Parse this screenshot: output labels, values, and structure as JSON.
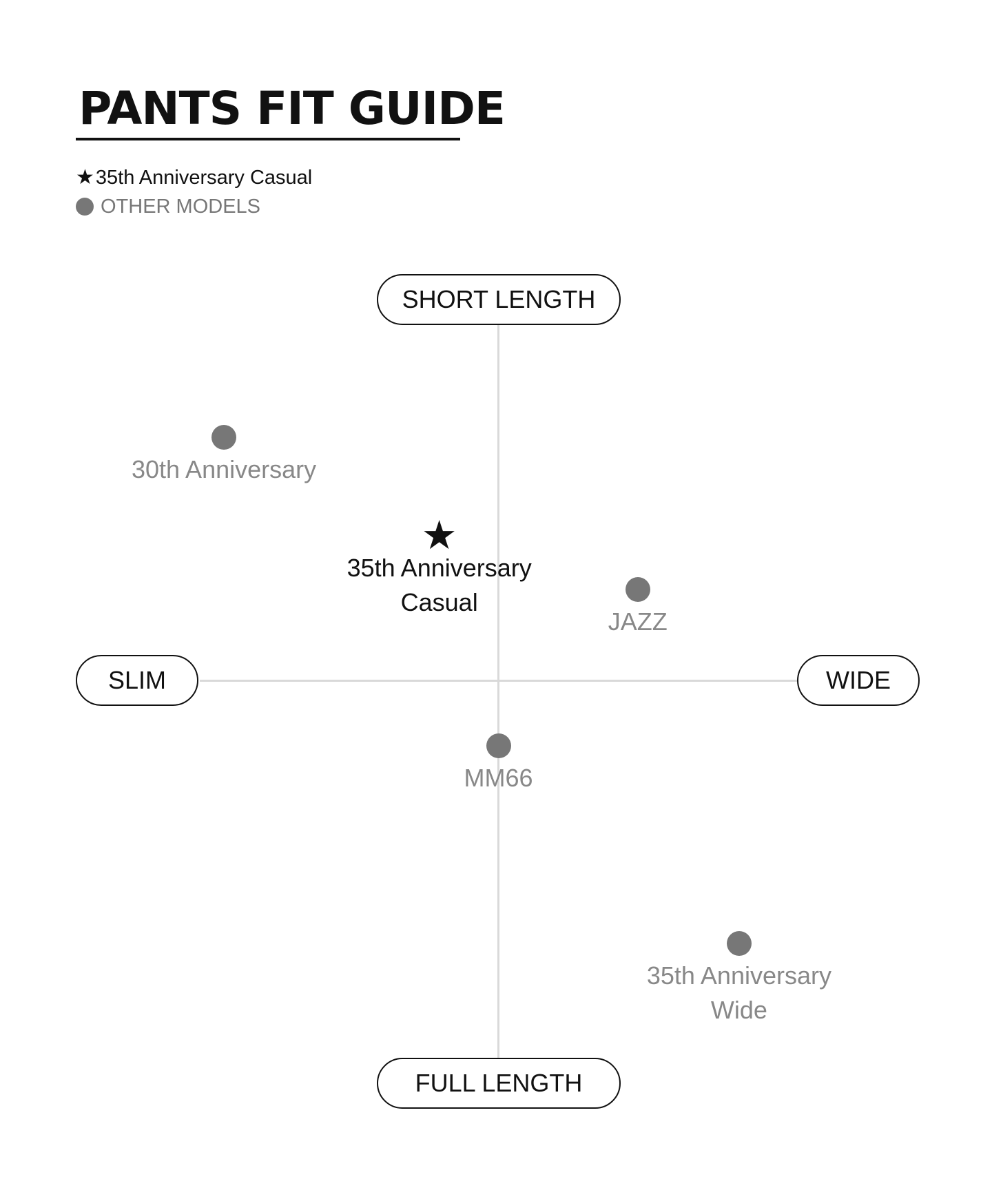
{
  "title": "PANTS FIT GUIDE",
  "legend": {
    "featured_label": "35th Anniversary Casual",
    "featured_icon": "star-icon",
    "others_label": "OTHER MODELS",
    "others_icon": "dot-icon"
  },
  "axes": {
    "top": "SHORT LENGTH",
    "bottom": "FULL LENGTH",
    "left": "SLIM",
    "right": "WIDE"
  },
  "colors": {
    "featured": "#111111",
    "other": "#777777",
    "axis": "#d9d9d9"
  },
  "chart_data": {
    "type": "scatter",
    "xlim": [
      -1,
      1
    ],
    "ylim": [
      -1,
      1
    ],
    "x_axis": {
      "min_label": "SLIM",
      "max_label": "WIDE"
    },
    "y_axis": {
      "min_label": "FULL LENGTH",
      "max_label": "SHORT LENGTH"
    },
    "points": [
      {
        "label": "30th Anniversary",
        "x": -0.65,
        "y": 0.64,
        "featured": false
      },
      {
        "label": "35th Anniversary\nCasual",
        "x": -0.14,
        "y": 0.38,
        "featured": true
      },
      {
        "label": "JAZZ",
        "x": 0.33,
        "y": 0.24,
        "featured": false
      },
      {
        "label": "MM66",
        "x": 0.0,
        "y": -0.17,
        "featured": false
      },
      {
        "label": "35th Anniversary\nWide",
        "x": 0.57,
        "y": -0.69,
        "featured": false
      }
    ]
  }
}
